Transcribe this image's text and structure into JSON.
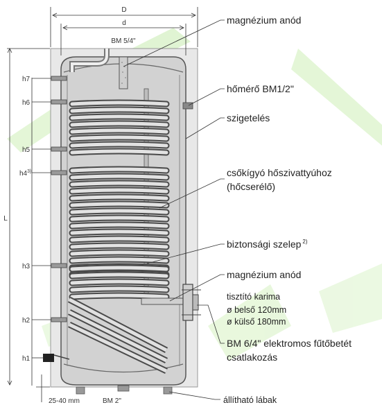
{
  "dimensions": {
    "outer_diameter": "D",
    "inner_diameter": "d",
    "height": "L",
    "feet_height": "25-40 mm",
    "bottom_connection": "BM 2\"",
    "top_connection": "BM 5/4\""
  },
  "heights": [
    "h7",
    "h6",
    "h5",
    "h4",
    "h3",
    "h2",
    "h1"
  ],
  "h4_superscript": "3)",
  "callouts": {
    "anode_top": "magnézium anód",
    "thermometer": "hőmérő BM1/2\"",
    "insulation": "szigetelés",
    "coil_line1": "csőkígyó hőszivattyúhoz",
    "coil_line2": "(hőcserélő)",
    "safety_valve": "biztonsági szelep",
    "safety_valve_sup": "2)",
    "anode_bottom": "magnézium anód",
    "flange_title": "tisztító karima",
    "flange_inner": "ø belső 120mm",
    "flange_outer": "ø külső 180mm",
    "heater_line1": "BM 6/4\" elektromos fűtőbetét",
    "heater_line2": "csatlakozás",
    "feet": "állítható lábak"
  },
  "colors": {
    "insulation": "#e6e6e6",
    "tank_fill": "#d2d2d2",
    "coil": "#4a4a4a",
    "watermark": "#c8ecb4"
  }
}
